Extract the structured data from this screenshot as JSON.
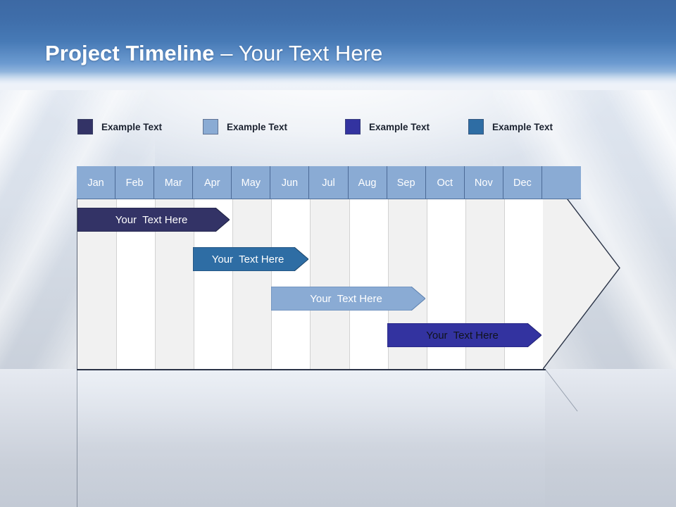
{
  "slide": {
    "title_bold": "Project Timeline",
    "title_rest": " – Your Text Here"
  },
  "legend": {
    "items": [
      {
        "label": "Example Text",
        "color": "#333366",
        "icon": "legend-swatch-icon"
      },
      {
        "label": "Example Text",
        "color": "#8aabd4",
        "icon": "legend-swatch-icon"
      },
      {
        "label": "Example Text",
        "color": "#3333a0",
        "icon": "legend-swatch-icon"
      },
      {
        "label": "Example Text",
        "color": "#2e6da4",
        "icon": "legend-swatch-icon"
      }
    ]
  },
  "chart_data": {
    "type": "bar",
    "title": "Project Timeline",
    "xlabel": "",
    "ylabel": "",
    "categories": [
      "Jan",
      "Feb",
      "Mar",
      "Apr",
      "May",
      "Jun",
      "Jul",
      "Aug",
      "Sep",
      "Oct",
      "Nov",
      "Dec"
    ],
    "grid": true,
    "legend_position": "top",
    "series": [
      {
        "name": "Example Text",
        "label": "Your  Text Here",
        "start": "Jan",
        "end": "Apr",
        "start_index": 0,
        "end_index": 3.5,
        "color": "#333366",
        "text_color": "#ffffff"
      },
      {
        "name": "Example Text",
        "label": "Your  Text Here",
        "start": "Apr",
        "end": "Jun",
        "start_index": 3,
        "end_index": 6,
        "color": "#2e6da4",
        "text_color": "#ffffff"
      },
      {
        "name": "Example Text",
        "label": "Your  Text Here",
        "start": "Jun",
        "end": "Sep",
        "start_index": 5,
        "end_index": 9,
        "color": "#8aabd4",
        "text_color": "#ffffff"
      },
      {
        "name": "Example Text",
        "label": "Your  Text Here",
        "start": "Sep",
        "end": "Dec",
        "start_index": 8,
        "end_index": 12,
        "color": "#3333a0",
        "text_color": "#10131c"
      }
    ]
  },
  "months": [
    "Jan",
    "Feb",
    "Mar",
    "Apr",
    "May",
    "Jun",
    "Jul",
    "Aug",
    "Sep",
    "Oct",
    "Nov",
    "Dec"
  ],
  "bars": [
    {
      "label": "Your  Text Here"
    },
    {
      "label": "Your  Text Here"
    },
    {
      "label": "Your  Text Here"
    },
    {
      "label": "Your  Text Here"
    }
  ]
}
